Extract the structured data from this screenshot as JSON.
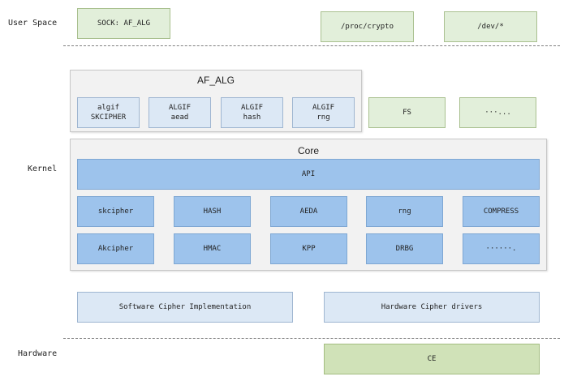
{
  "layers": {
    "user_space": "User Space",
    "kernel": "Kernel",
    "hardware": "Hardware"
  },
  "user_space": {
    "sock_af_alg": "SOCK: AF_ALG",
    "proc_crypto": "/proc/crypto",
    "dev": "/dev/*"
  },
  "af_alg": {
    "title": "AF_ALG",
    "items": [
      "algif\nSKCIPHER",
      "ALGIF\naead",
      "ALGIF\nhash",
      "ALGIF\nrng"
    ]
  },
  "kernel_side": {
    "fs": "FS",
    "more": "···..."
  },
  "core": {
    "title": "Core",
    "api": "API",
    "row1": [
      "skcipher",
      "HASH",
      "AEDA",
      "rng",
      "COMPRESS"
    ],
    "row2": [
      "Akcipher",
      "HMAC",
      "KPP",
      "DRBG",
      "······."
    ]
  },
  "drivers": {
    "software": "Software Cipher Implementation",
    "hardware": "Hardware Cipher drivers"
  },
  "hardware": {
    "ce": "CE"
  },
  "colors": {
    "green": "#e2efda",
    "light_blue": "#dce8f5",
    "blue": "#9dc3ec",
    "group_gray": "#f2f2f2"
  }
}
